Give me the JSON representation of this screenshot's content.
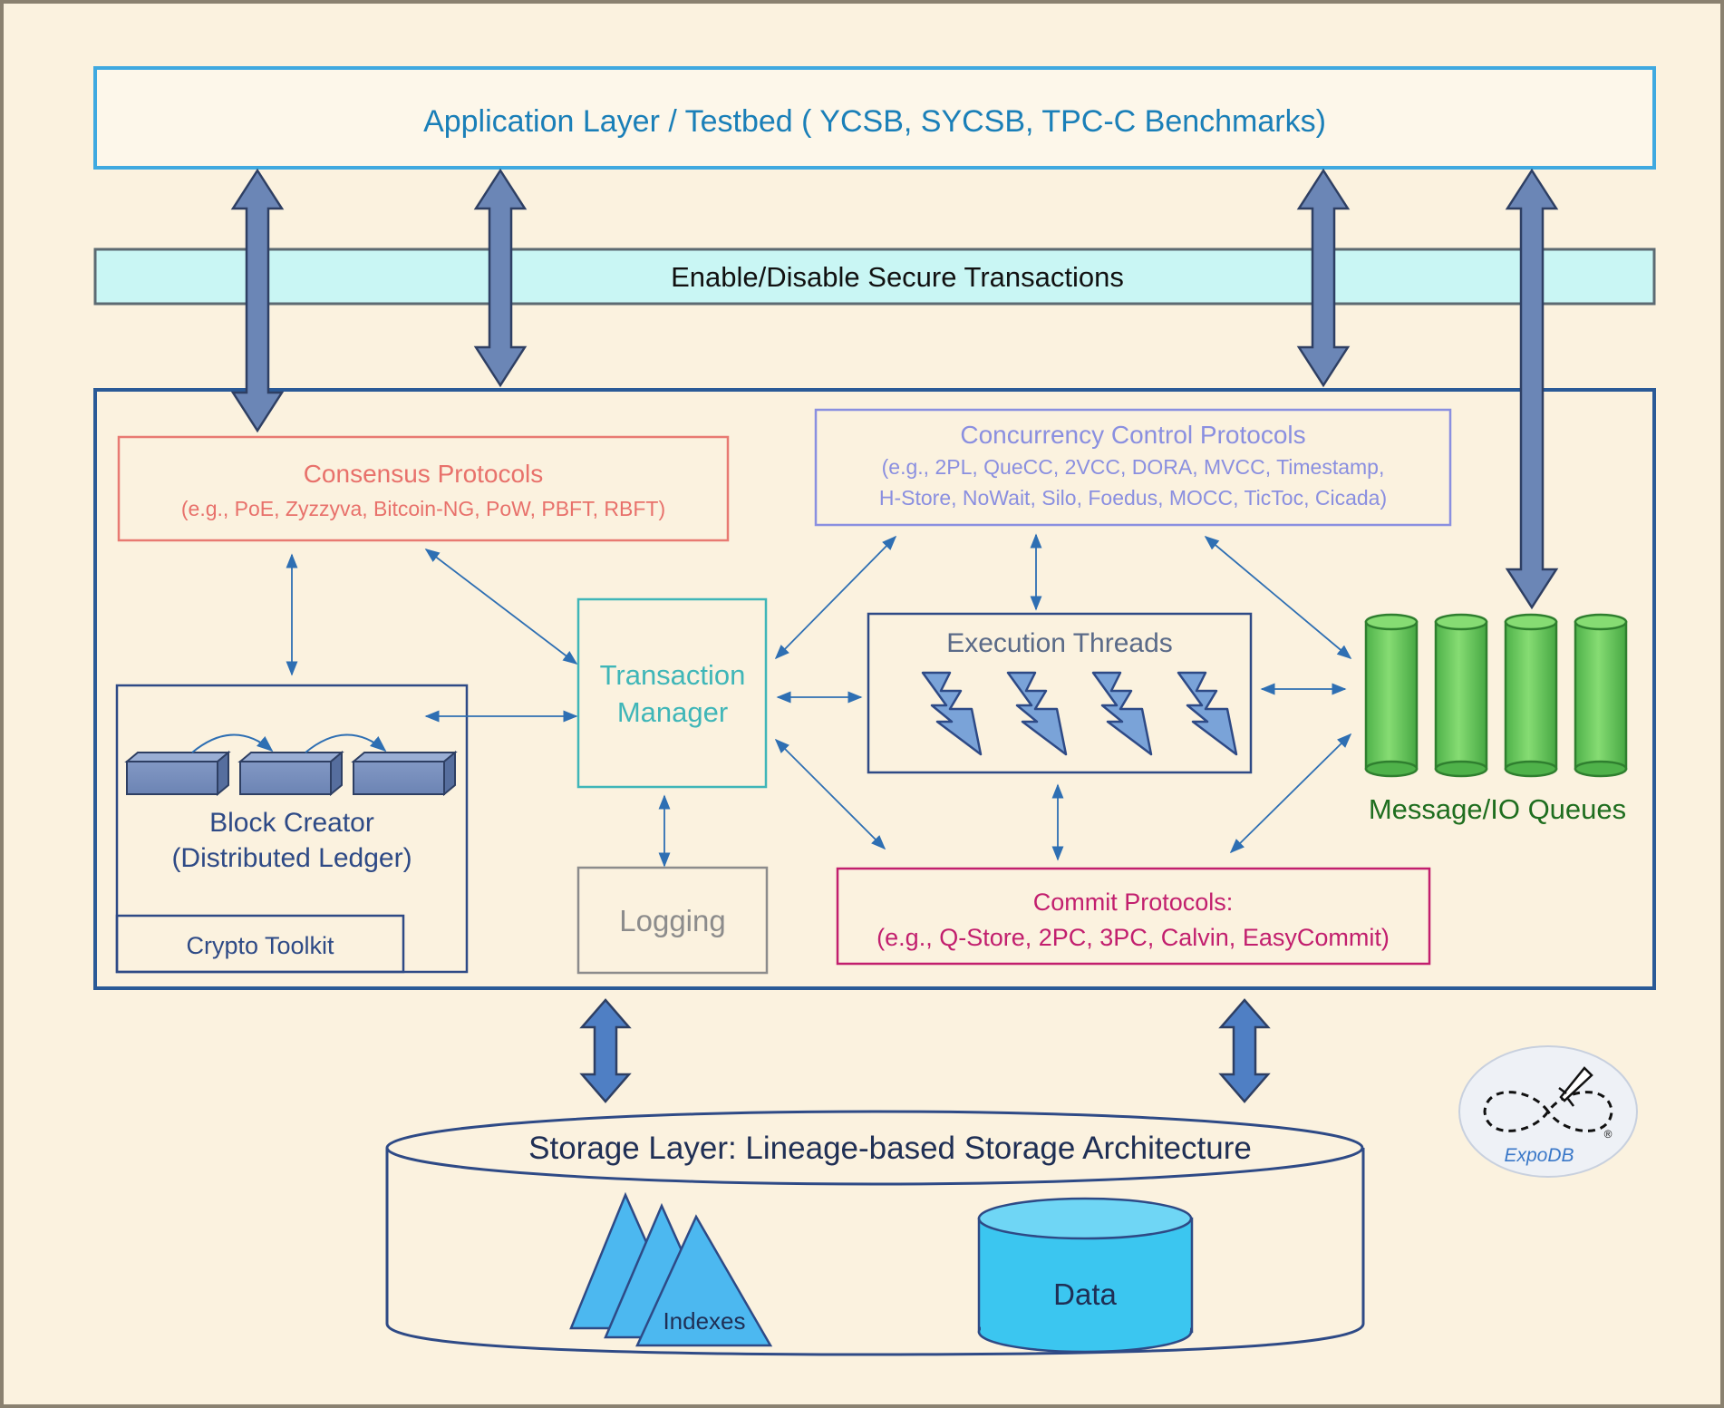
{
  "app_layer": {
    "title": "Application Layer / Testbed ( YCSB, SYCSB, TPC-C Benchmarks)"
  },
  "secure_bar": {
    "label": "Enable/Disable Secure Transactions"
  },
  "consensus": {
    "title": "Consensus Protocols",
    "examples": "(e.g., PoE, Zyzzyva, Bitcoin-NG, PoW, PBFT, RBFT)"
  },
  "concurrency": {
    "title": "Concurrency Control Protocols",
    "line1": "(e.g., 2PL, QueCC, 2VCC, DORA, MVCC, Timestamp,",
    "line2": "H-Store, NoWait, Silo, Foedus, MOCC, TicToc, Cicada)"
  },
  "transaction_manager": {
    "line1": "Transaction",
    "line2": "Manager"
  },
  "execution": {
    "title": "Execution Threads"
  },
  "block_creator": {
    "line1": "Block Creator",
    "line2": "(Distributed Ledger)",
    "toolkit": "Crypto Toolkit"
  },
  "logging": {
    "label": "Logging"
  },
  "commit": {
    "title": "Commit Protocols:",
    "examples": "(e.g., Q-Store, 2PC, 3PC, Calvin, EasyCommit)"
  },
  "queues": {
    "label": "Message/IO Queues"
  },
  "storage": {
    "title": "Storage Layer: Lineage-based Storage Architecture",
    "indexes": "Indexes",
    "data": "Data"
  },
  "logo": {
    "text": "ExpoDB",
    "mark": "®"
  },
  "colors": {
    "background": "#fbf2df",
    "app_text": "#1a7fb8",
    "consensus": "#e8716b",
    "concurrency": "#8a8fe0",
    "teal": "#3fb6b8",
    "navy": "#2e4a86",
    "commit": "#c21f6e",
    "queue_green": "#6fcf5f",
    "queue_text": "#1f6e1f",
    "big_arrow": "#6b86b6",
    "storage_blue": "#3bb3f0"
  }
}
